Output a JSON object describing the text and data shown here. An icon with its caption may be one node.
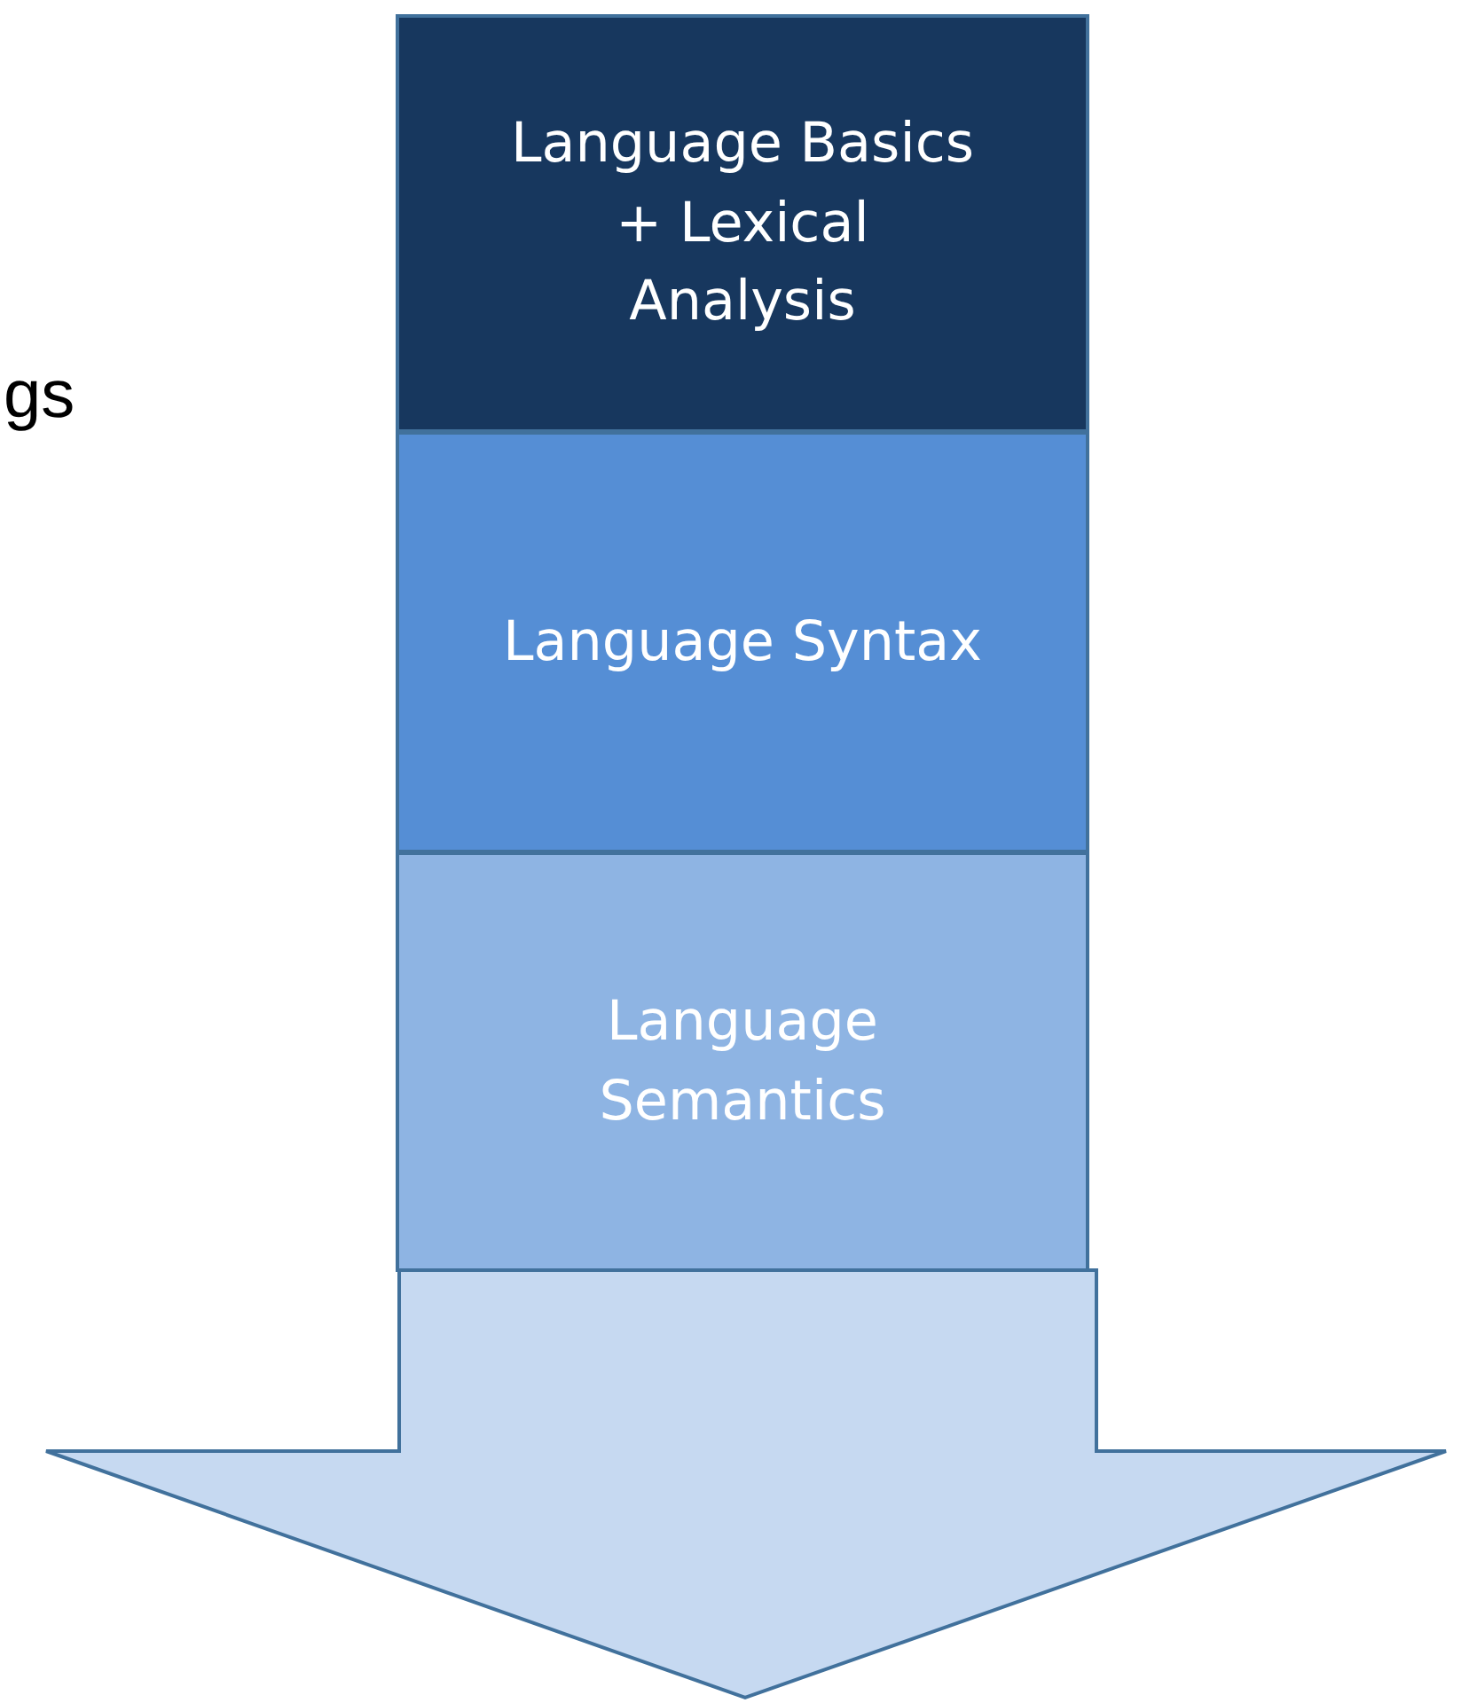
{
  "diagram": {
    "nodes": [
      {
        "text": [
          "Language Basics + Lexical Analysis"
        ]
      },
      {
        "text": [
          "Language Syntax"
        ]
      },
      {
        "text": [
          "Language Semantics"
        ]
      },
      {
        "text": [],
        "shape": "arrow"
      }
    ],
    "labels": [
      "gs"
    ]
  }
}
